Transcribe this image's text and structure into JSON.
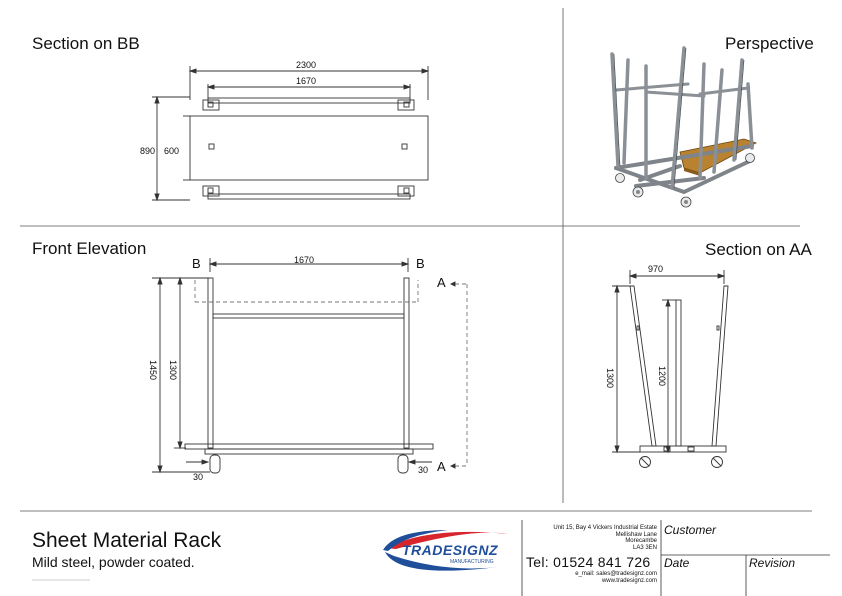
{
  "sections": {
    "plan": {
      "title": "Section on BB",
      "dims": {
        "overall_length": "2300",
        "inner_length": "1670",
        "overall_depth": "890",
        "inner_depth": "600"
      }
    },
    "perspective": {
      "title": "Perspective"
    },
    "front": {
      "title": "Front Elevation",
      "dims": {
        "width": "1670",
        "height_total": "1450",
        "height_upright": "1300",
        "offset_left": "30",
        "offset_right": "30"
      },
      "markers": {
        "b": "B",
        "a": "A"
      }
    },
    "side": {
      "title": "Section on AA",
      "dims": {
        "width": "970",
        "height_outer": "1300",
        "height_inner": "1200"
      }
    }
  },
  "title_block": {
    "product_name": "Sheet Material Rack",
    "description": "Mild steel, powder coated.",
    "logo": {
      "name": "TRADESIGNZ",
      "sub": "MANUFACTURING",
      "brand_blue": "#1f4e9a",
      "brand_red": "#d6262b"
    },
    "address": [
      "Unit 15, Bay 4 Vickers Industrial Estate",
      "Mellishaw Lane",
      "Morecambe",
      "LA3 3EN"
    ],
    "tel": "Tel: 01524 841 726",
    "email": "e_mail: sales@tradesignz.com",
    "web": "www.tradesignz.com",
    "fields": {
      "customer": "Customer",
      "date": "Date",
      "revision": "Revision"
    }
  }
}
